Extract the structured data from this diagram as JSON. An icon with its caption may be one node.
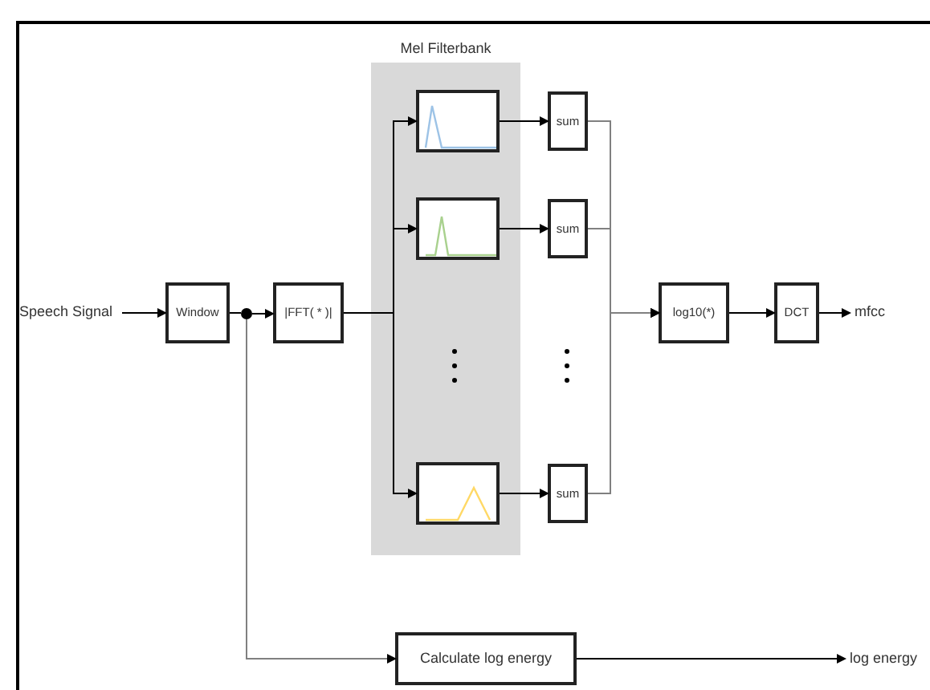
{
  "diagram": {
    "nodes": [
      {
        "text": [
          "Speech Signal"
        ]
      },
      {
        "text": [
          "Window"
        ]
      },
      {
        "text": [],
        "shape": "circle"
      },
      {
        "text": [
          "|FFT( * )|"
        ]
      },
      {
        "text": [
          "Mel Filterbank"
        ]
      },
      {
        "text": [],
        "shape": "picture",
        "in": 4
      },
      {
        "text": [],
        "shape": "picture",
        "in": 4
      },
      {
        "text": [],
        "shape": "picture",
        "in": 4
      },
      {
        "text": [
          "sum"
        ]
      },
      {
        "text": [
          "sum"
        ]
      },
      {
        "text": [
          "sum"
        ]
      },
      {
        "text": [
          "log10(*)"
        ]
      },
      {
        "text": [
          "DCT"
        ]
      },
      {
        "text": [
          "mfcc"
        ]
      },
      {
        "text": [
          "Calculate log energy"
        ]
      },
      {
        "text": [
          "log energy"
        ]
      }
    ],
    "edges": [
      {
        "from": 0,
        "to": 1,
        "arrow": "to"
      },
      {
        "from": 1,
        "to": 2,
        "arrow": "none"
      },
      {
        "from": 2,
        "to": 3,
        "arrow": "to"
      },
      {
        "from": 3,
        "to": 5,
        "arrow": "to"
      },
      {
        "from": 3,
        "to": 6,
        "arrow": "to"
      },
      {
        "from": 3,
        "to": 7,
        "arrow": "to"
      },
      {
        "from": 5,
        "to": 8,
        "arrow": "to"
      },
      {
        "from": 6,
        "to": 9,
        "arrow": "to"
      },
      {
        "from": 7,
        "to": 10,
        "arrow": "to"
      },
      {
        "from": 8,
        "to": 11,
        "arrow": "to",
        "color": "#808080"
      },
      {
        "from": 9,
        "to": 11,
        "arrow": "to",
        "color": "#808080"
      },
      {
        "from": 10,
        "to": 11,
        "arrow": "to",
        "color": "#808080"
      },
      {
        "from": 11,
        "to": 12,
        "arrow": "to"
      },
      {
        "from": 12,
        "to": 13,
        "arrow": "to"
      },
      {
        "from": 2,
        "to": 14,
        "arrow": "to",
        "color": "#808080"
      },
      {
        "from": 14,
        "to": 15,
        "arrow": "to"
      }
    ]
  }
}
